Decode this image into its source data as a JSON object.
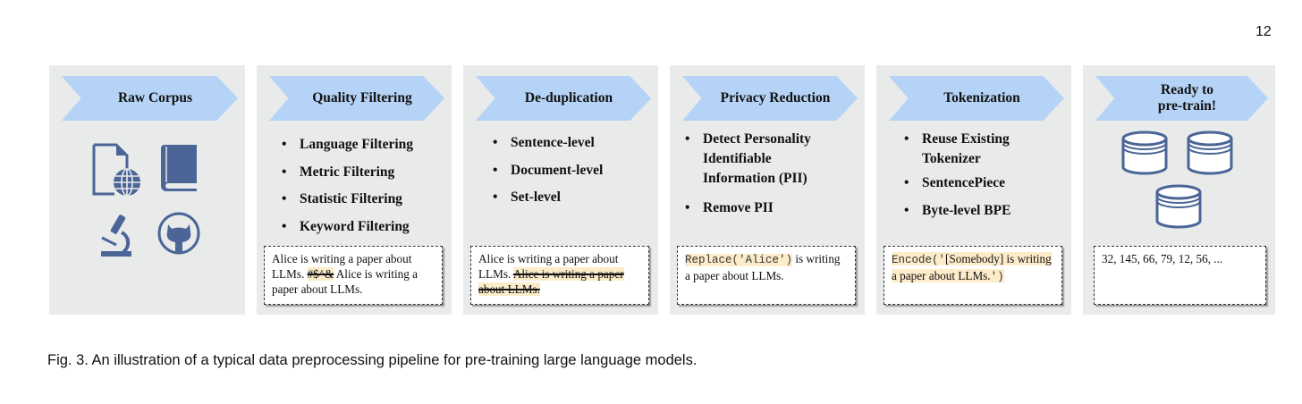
{
  "page_number": "12",
  "figure": {
    "caption": "Fig. 3. An illustration of a typical data preprocessing pipeline for pre-training large language models.",
    "colors": {
      "panel_bg": "#e9eaea",
      "banner": "#b5d3f6",
      "icon": "#4a6596",
      "highlight": "#fcecc9"
    },
    "stages": [
      {
        "title": "Raw Corpus",
        "icons": [
          "web-document-icon",
          "book-icon",
          "microscope-icon",
          "github-icon"
        ]
      },
      {
        "title": "Quality Filtering",
        "bullets": [
          "Language Filtering",
          "Metric Filtering",
          "Statistic Filtering",
          "Keyword Filtering"
        ],
        "example": {
          "before": "Alice is writing a paper about LLMs.",
          "removed": "#$^&",
          "after": "Alice is writing a paper about LLMs."
        }
      },
      {
        "title": "De-duplication",
        "bullets": [
          "Sentence-level",
          "Document-level",
          "Set-level"
        ],
        "example": {
          "kept": "Alice is writing a paper about LLMs.",
          "removed": "Alice is writing a paper about LLMs."
        }
      },
      {
        "title": "Privacy Reduction",
        "bullets": [
          "Detect Personality Identifiable Information (PII)",
          "Remove PII"
        ],
        "example": {
          "code": "Replace('Alice')",
          "rest": "is writing a paper about LLMs."
        }
      },
      {
        "title": "Tokenization",
        "bullets": [
          "Reuse Existing Tokenizer",
          "SentencePiece",
          "Byte-level BPE"
        ],
        "example": {
          "code_open": "Encode('",
          "text": "[Somebody] is writing a paper about LLMs.",
          "code_close": "')"
        }
      },
      {
        "title_line1": "Ready to",
        "title_line2": "pre-train!",
        "icons": [
          "database-icon",
          "database-icon",
          "database-icon"
        ],
        "example": {
          "tokens": "32, 145, 66, 79, 12, 56, ..."
        }
      }
    ]
  }
}
